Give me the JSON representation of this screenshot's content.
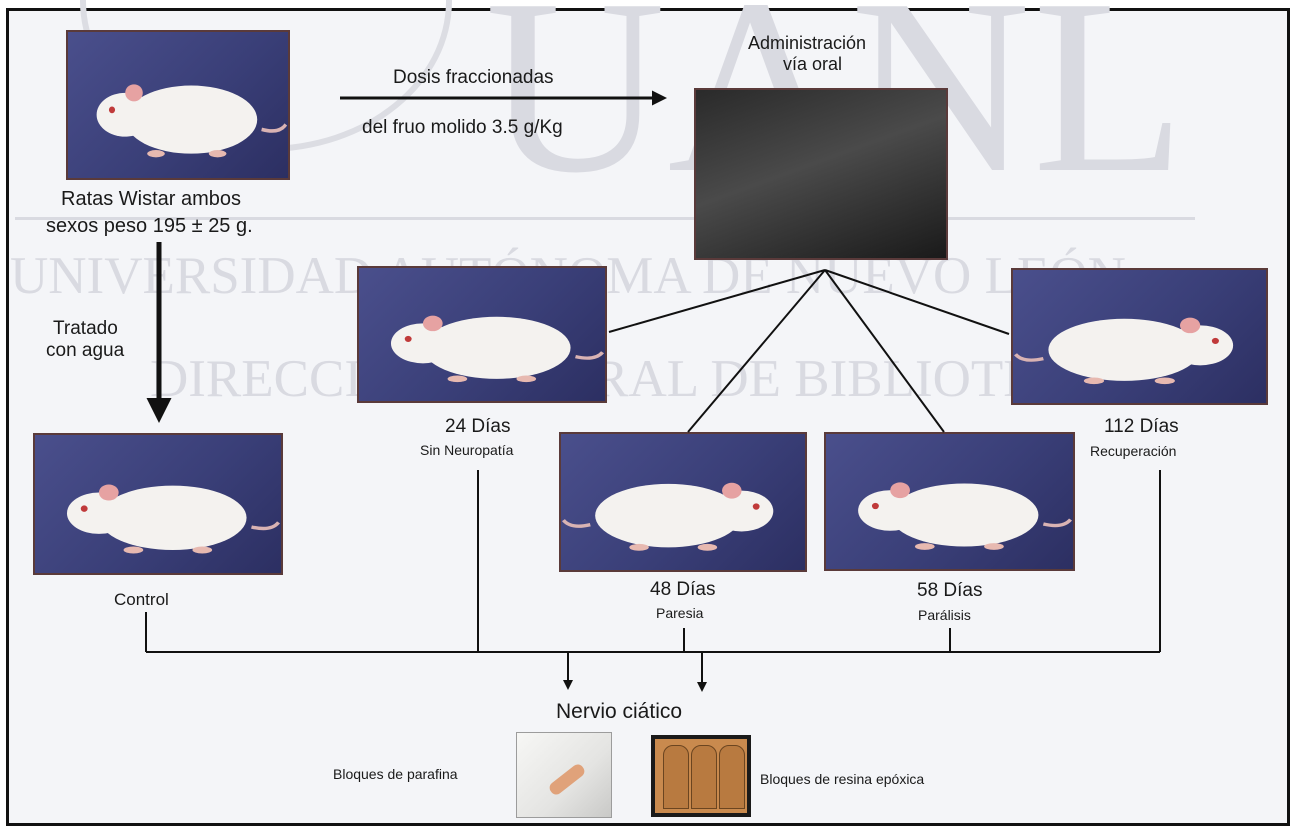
{
  "watermark": {
    "big": "UANL",
    "line1": "UNIVERSIDAD AUTÓNOMA DE NUEVO LEÓN",
    "line2": "DIRECCIÓN GENERAL DE BIBLIOTECAS",
    "registered": "®"
  },
  "diagram": {
    "start_label_1": "Ratas Wistar ambos",
    "start_label_2": "sexos peso 195 ± 25 g.",
    "dose_label_1": "Dosis fraccionadas",
    "dose_label_2": "del fruo molido  3.5 g/Kg",
    "admin_label_1": "Administración",
    "admin_label_2": "vía oral",
    "water_label_1": "Tratado",
    "water_label_2": "con agua",
    "control_label": "Control",
    "stages": [
      {
        "day": "24 Días",
        "desc": "Sin Neuropatía"
      },
      {
        "day": "48 Días",
        "desc": "Paresia"
      },
      {
        "day": "58 Días",
        "desc": "Parálisis"
      },
      {
        "day": "112 Días",
        "desc": "Recuperación"
      }
    ],
    "target_label": "Nervio ciático",
    "block_paraffin": "Bloques de parafina",
    "block_epoxy": "Bloques de resina epóxica"
  },
  "colors": {
    "photo_background": "#3f447f",
    "rat_fur": "#f4f2ef",
    "rat_ear": "#e6a2a2",
    "lines": "#111111"
  }
}
